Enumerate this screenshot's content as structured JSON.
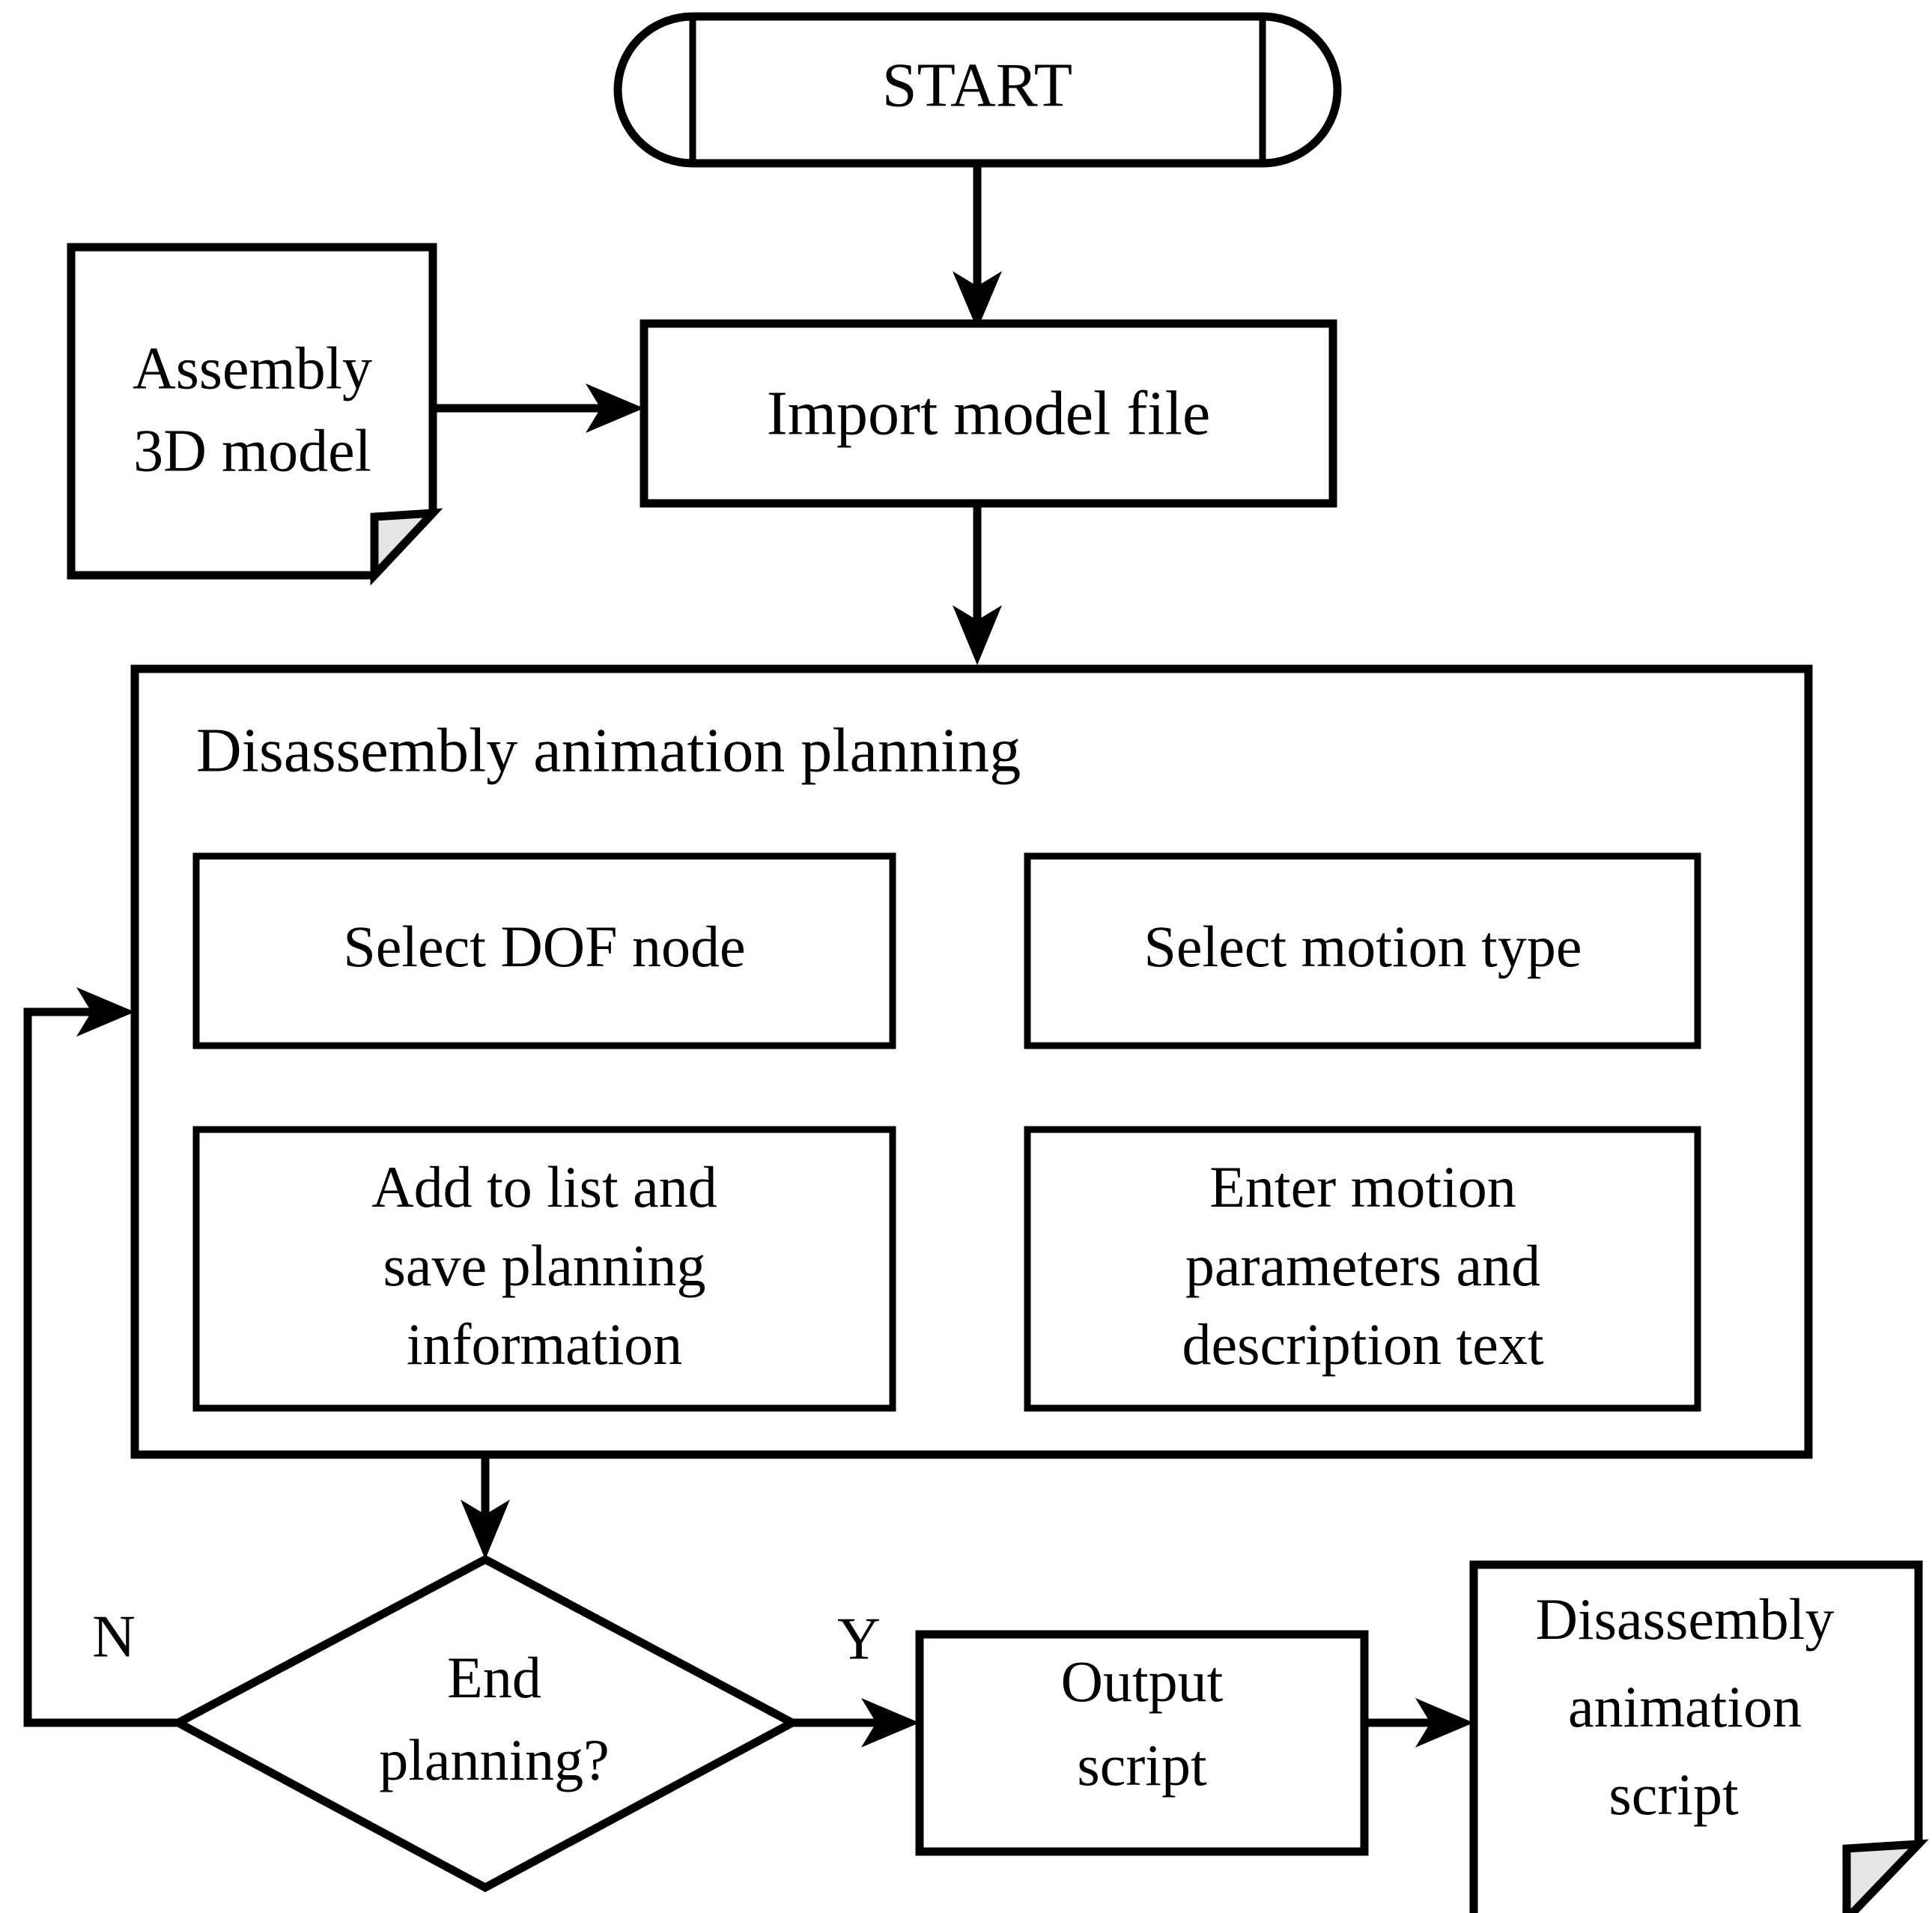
{
  "diagram": {
    "type": "flowchart",
    "title": "Disassembly animation planning process flowchart",
    "background_color": "#ffffff",
    "stroke_color": "#000000",
    "fold_fill_color": "#e6e6e6"
  },
  "nodes": {
    "start": {
      "label": "START",
      "shape": "terminator"
    },
    "assembly_model": {
      "label_line1": "Assembly",
      "label_line2": "3D model",
      "shape": "document"
    },
    "import_model": {
      "label": "Import model file",
      "shape": "process"
    },
    "planning_group": {
      "title": "Disassembly animation planning",
      "shape": "container"
    },
    "select_dof": {
      "label": "Select DOF node",
      "shape": "process"
    },
    "select_motion": {
      "label": "Select motion type",
      "shape": "process"
    },
    "enter_params": {
      "label_line1": "Enter motion",
      "label_line2": "parameters and",
      "label_line3": "description text",
      "shape": "process"
    },
    "add_to_list": {
      "label_line1": "Add to list and",
      "label_line2": "save planning",
      "label_line3": "information",
      "shape": "process"
    },
    "end_planning": {
      "label_line1": "End",
      "label_line2": "planning?",
      "shape": "decision"
    },
    "output_script": {
      "label_line1": "Output",
      "label_line2": "script",
      "shape": "process"
    },
    "animation_script": {
      "label_line1": "Disassembly",
      "label_line2": "animation",
      "label_line3": "script",
      "shape": "document"
    }
  },
  "branch_labels": {
    "no": "N",
    "yes": "Y"
  },
  "edges": [
    {
      "from": "start",
      "to": "import_model",
      "label": ""
    },
    {
      "from": "assembly_model",
      "to": "import_model",
      "label": ""
    },
    {
      "from": "import_model",
      "to": "planning_group",
      "label": ""
    },
    {
      "from": "select_dof",
      "to": "select_motion",
      "label": ""
    },
    {
      "from": "select_motion",
      "to": "enter_params",
      "label": ""
    },
    {
      "from": "enter_params",
      "to": "add_to_list",
      "label": ""
    },
    {
      "from": "planning_group",
      "to": "end_planning",
      "label": ""
    },
    {
      "from": "end_planning",
      "to": "planning_group",
      "label": "N"
    },
    {
      "from": "end_planning",
      "to": "output_script",
      "label": "Y"
    },
    {
      "from": "output_script",
      "to": "animation_script",
      "label": ""
    }
  ]
}
